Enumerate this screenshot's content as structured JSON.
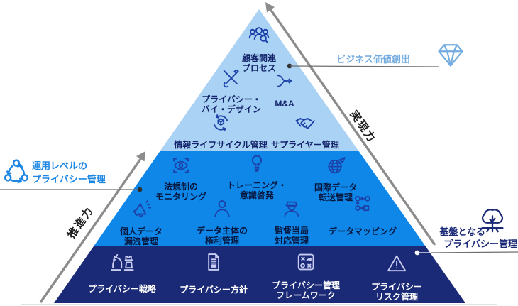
{
  "colors": {
    "layer_top": "#A9D2F4",
    "layer_middle": "#0F87E8",
    "layer_bottom": "#1B2A77"
  },
  "axes": {
    "left": "推進力",
    "right": "実現力"
  },
  "annotations": {
    "operational": "運用レベルの\nプライバシー管理",
    "business_value": "ビジネス価値創出",
    "foundation_line1": "基盤となる",
    "foundation_line2": "プライバシー管理"
  },
  "layers": {
    "top": {
      "items": [
        {
          "icon": "customers-icon",
          "label": "顧客関連\nプロセス"
        },
        {
          "icon": "tools-icon",
          "label": "プライバシー・\nバイ・デザイン"
        },
        {
          "icon": "merge-arrow-icon",
          "label": "M&A"
        },
        {
          "icon": "lifecycle-icon",
          "label": "情報ライフサイクル管理"
        },
        {
          "icon": "handshake-icon",
          "label": "サプライヤー管理"
        }
      ]
    },
    "middle": {
      "items": [
        {
          "icon": "eye-scan-icon",
          "label": "法規制の\nモニタリング"
        },
        {
          "icon": "lightbulb-icon",
          "label": "トレーニング・\n意識啓発"
        },
        {
          "icon": "globe-plane-icon",
          "label": "国際データ\n転送管理"
        },
        {
          "icon": "megaphone-icon",
          "label": "個人データ\n漏洩管理"
        },
        {
          "icon": "person-icon",
          "label": "データ主体の\n権利管理"
        },
        {
          "icon": "officer-icon",
          "label": "監督当局\n対応管理"
        },
        {
          "icon": "flowchart-icon",
          "label": "データマッピング"
        }
      ]
    },
    "bottom": {
      "items": [
        {
          "icon": "chess-icon",
          "label": "プライバシー戦略"
        },
        {
          "icon": "document-icon",
          "label": "プライバシー方針"
        },
        {
          "icon": "tactics-board-icon",
          "label": "プライバシー管理\nフレームワーク"
        },
        {
          "icon": "warning-icon",
          "label": "プライバシー\nリスク管理"
        }
      ]
    }
  }
}
